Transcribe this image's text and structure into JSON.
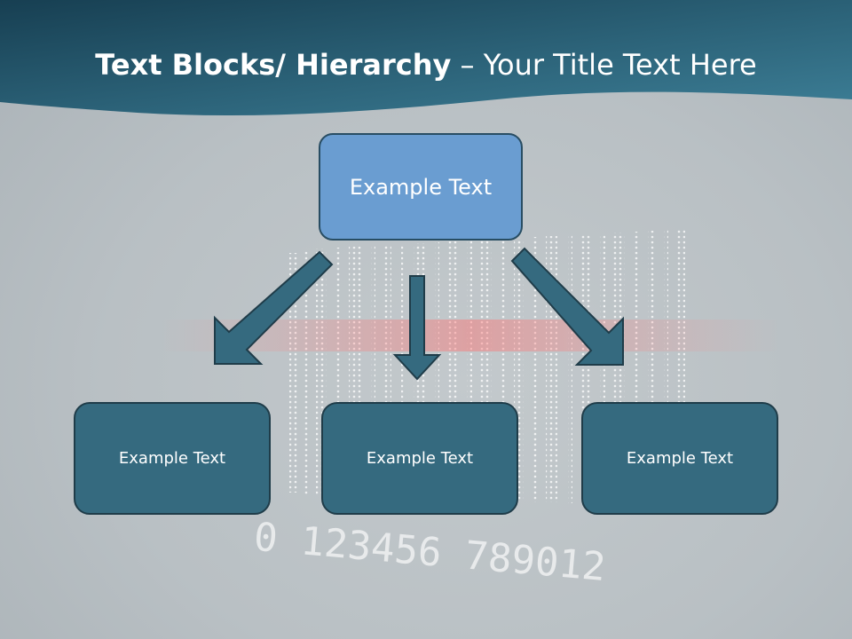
{
  "slide": {
    "title_bold": "Text Blocks/ Hierarchy",
    "title_dash": " – ",
    "title_rest": "Your Title Text Here",
    "top_box": "Example Text",
    "child_boxes": [
      "Example Text",
      "Example Text",
      "Example Text"
    ],
    "barcode_digits": "0 123456 789012"
  },
  "colors": {
    "header": "#2f6a80",
    "top_box_fill": "#6a9dd1",
    "child_box_fill": "#356a7f",
    "arrow_fill": "#356a7f"
  }
}
